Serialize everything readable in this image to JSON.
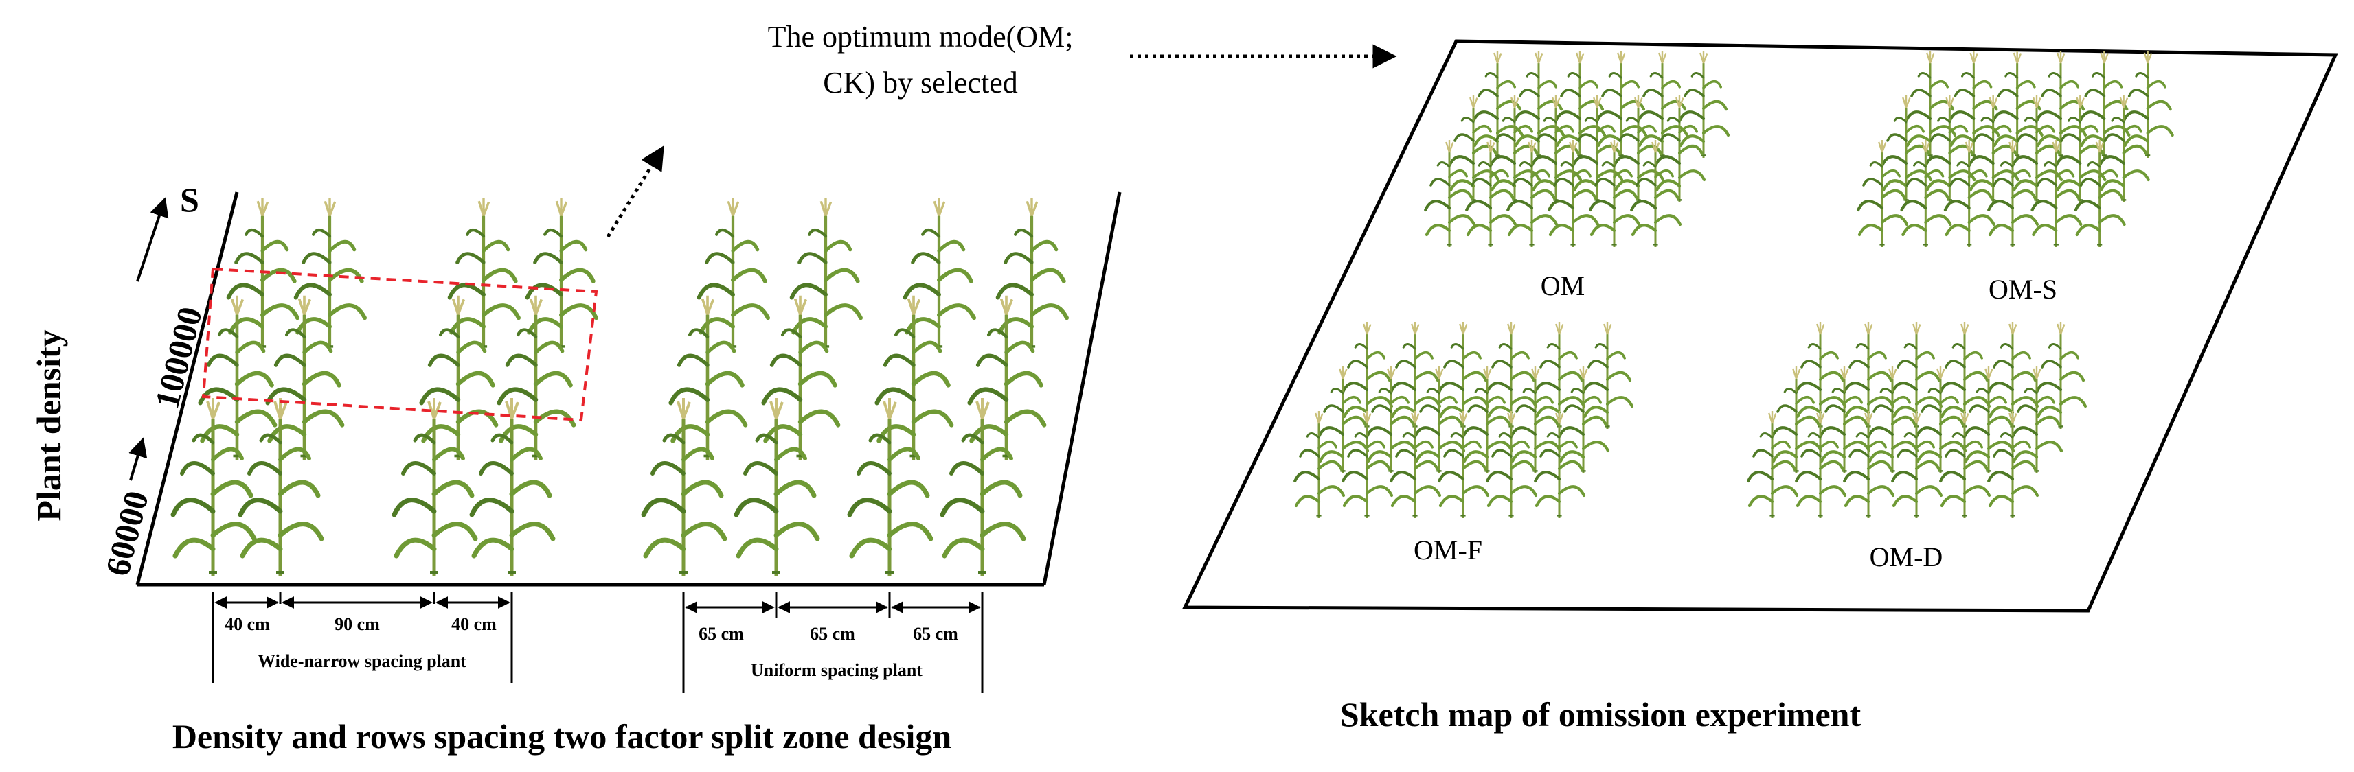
{
  "left_panel": {
    "title": "Density and rows spacing two factor split zone design",
    "y_axis_label": "Plant density",
    "density_low": "60000",
    "density_high": "100000",
    "direction_label": "S",
    "wide_narrow_label": "Wide-narrow spacing plant",
    "uniform_label": "Uniform spacing plant",
    "wide_narrow_spacings": [
      "40 cm",
      "90 cm",
      "40 cm"
    ],
    "uniform_spacings": [
      "65 cm",
      "65 cm",
      "65 cm"
    ]
  },
  "selection_note": {
    "line1": "The optimum mode(OM;",
    "line2": "CK) by selected"
  },
  "right_panel": {
    "title": "Sketch map of omission experiment",
    "plots": [
      "OM",
      "OM-S",
      "OM-F",
      "OM-D"
    ]
  },
  "colors": {
    "stem": "#7a9a3a",
    "leaf": "#6f9a35",
    "leaf_dark": "#4f7a25",
    "tassel": "#c9c07a",
    "highlight": "#e8232b",
    "ink": "#000000"
  }
}
